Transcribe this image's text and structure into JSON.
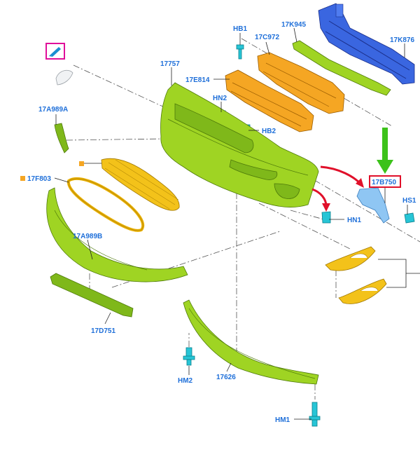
{
  "labels": {
    "hb1": "HB1",
    "c972": "17C972",
    "k945": "17K945",
    "k876": "17K876",
    "p17757": "17757",
    "e814": "17E814",
    "a989a": "17A989A",
    "hn2": "HN2",
    "hb2": "HB2",
    "f803": "17F803",
    "b750": "17B750",
    "hs1": "HS1",
    "hn1": "HN1",
    "a989b": "17A989B",
    "d751": "17D751",
    "hm2": "HM2",
    "p17626": "17626",
    "hm1": "HM1"
  },
  "colors": {
    "label_text": "#1e6fd9",
    "highlight_box": "#e0102a",
    "arrow_red": "#e0102a",
    "arrow_green": "#3cc21a",
    "edit_icon_border": "#e0109a"
  },
  "icons": {
    "edit": "edit-pencil-icon"
  }
}
